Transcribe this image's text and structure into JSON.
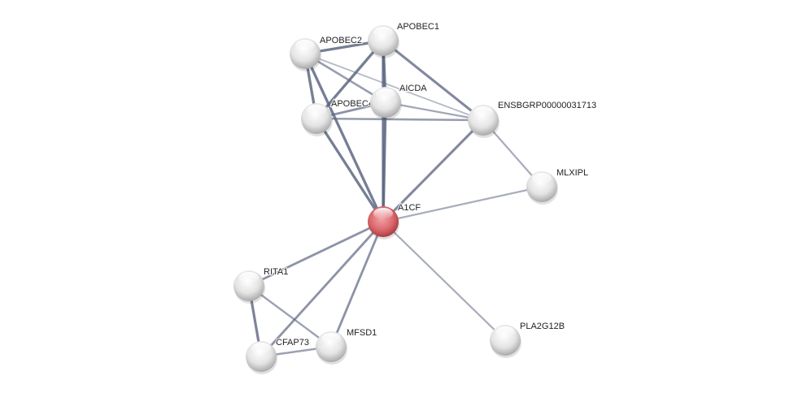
{
  "network": {
    "query_color": "#d9666b",
    "node_color": "#e6e6e6",
    "edge_color": "#5c6580",
    "nodes": [
      {
        "id": "APOBEC2",
        "label": "APOBEC2",
        "query": false
      },
      {
        "id": "APOBEC1",
        "label": "APOBEC1",
        "query": false
      },
      {
        "id": "AICDA",
        "label": "AICDA",
        "query": false
      },
      {
        "id": "APOBEC4",
        "label": "APOBEC4",
        "query": false
      },
      {
        "id": "ENSBGRP00000031713",
        "label": "ENSBGRP00000031713",
        "query": false
      },
      {
        "id": "MLXIPL",
        "label": "MLXIPL",
        "query": false
      },
      {
        "id": "A1CF",
        "label": "A1CF",
        "query": true
      },
      {
        "id": "RITA1",
        "label": "RITA1",
        "query": false
      },
      {
        "id": "CFAP73",
        "label": "CFAP73",
        "query": false
      },
      {
        "id": "MFSD1",
        "label": "MFSD1",
        "query": false
      },
      {
        "id": "PLA2G12B",
        "label": "PLA2G12B",
        "query": false
      }
    ],
    "edges": [
      [
        "APOBEC2",
        "APOBEC1",
        0.9
      ],
      [
        "APOBEC2",
        "APOBEC4",
        0.9
      ],
      [
        "APOBEC2",
        "A1CF",
        0.9
      ],
      [
        "APOBEC2",
        "AICDA",
        0.6
      ],
      [
        "APOBEC2",
        "ENSBGRP00000031713",
        0.3
      ],
      [
        "APOBEC1",
        "APOBEC4",
        0.9
      ],
      [
        "APOBEC1",
        "AICDA",
        0.9
      ],
      [
        "APOBEC1",
        "ENSBGRP00000031713",
        0.8
      ],
      [
        "APOBEC1",
        "A1CF",
        0.9
      ],
      [
        "AICDA",
        "APOBEC4",
        0.7
      ],
      [
        "AICDA",
        "ENSBGRP00000031713",
        0.5
      ],
      [
        "APOBEC4",
        "ENSBGRP00000031713",
        0.6
      ],
      [
        "APOBEC4",
        "A1CF",
        0.9
      ],
      [
        "AICDA",
        "A1CF",
        0.9
      ],
      [
        "ENSBGRP00000031713",
        "A1CF",
        0.8
      ],
      [
        "ENSBGRP00000031713",
        "MLXIPL",
        0.45
      ],
      [
        "A1CF",
        "MLXIPL",
        0.45
      ],
      [
        "A1CF",
        "RITA1",
        0.7
      ],
      [
        "A1CF",
        "CFAP73",
        0.7
      ],
      [
        "A1CF",
        "MFSD1",
        0.7
      ],
      [
        "A1CF",
        "PLA2G12B",
        0.45
      ],
      [
        "RITA1",
        "CFAP73",
        0.85
      ],
      [
        "RITA1",
        "MFSD1",
        0.55
      ],
      [
        "CFAP73",
        "MFSD1",
        0.55
      ]
    ]
  }
}
